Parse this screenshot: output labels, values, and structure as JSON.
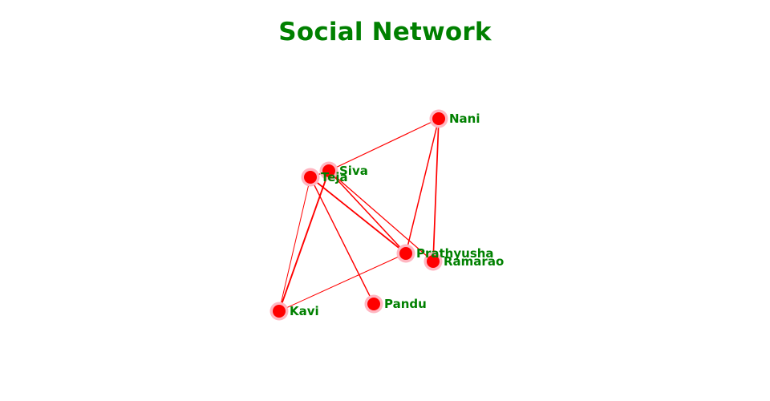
{
  "title": "Social Network",
  "colors": {
    "title": "#008000",
    "edge": "#ff0000",
    "node_fill": "#ff0000",
    "node_halo": "#ffb6c1",
    "label": "#008000"
  },
  "nodes": [
    {
      "id": "nani",
      "label": "Nani"
    },
    {
      "id": "teja",
      "label": "Teja"
    },
    {
      "id": "siva",
      "label": "Siva"
    },
    {
      "id": "prathyusha",
      "label": "Prathyusha"
    },
    {
      "id": "ramarao",
      "label": "Ramarao"
    },
    {
      "id": "kavi",
      "label": "Kavi"
    },
    {
      "id": "pandu",
      "label": "Pandu"
    }
  ],
  "edges": [
    {
      "source": "nani",
      "target": "siva"
    },
    {
      "source": "nani",
      "target": "prathyusha"
    },
    {
      "source": "nani",
      "target": "ramarao"
    },
    {
      "source": "teja",
      "target": "siva"
    },
    {
      "source": "teja",
      "target": "kavi"
    },
    {
      "source": "teja",
      "target": "prathyusha"
    },
    {
      "source": "teja",
      "target": "pandu"
    },
    {
      "source": "siva",
      "target": "prathyusha"
    },
    {
      "source": "siva",
      "target": "ramarao"
    },
    {
      "source": "siva",
      "target": "kavi"
    },
    {
      "source": "kavi",
      "target": "prathyusha"
    }
  ]
}
